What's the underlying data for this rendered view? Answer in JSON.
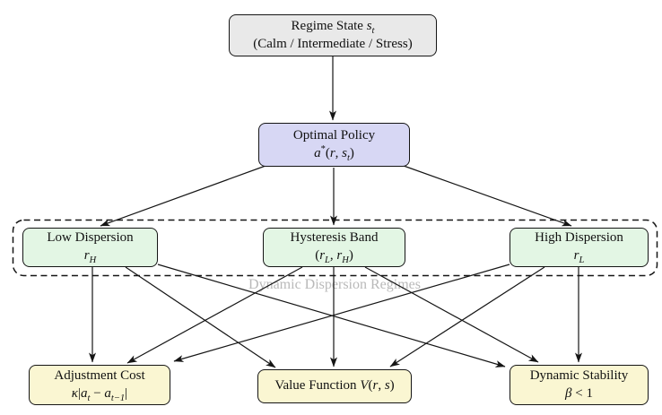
{
  "diagram": {
    "nodes": {
      "regime": {
        "line1": [
          {
            "t": "Regime State "
          },
          {
            "t": "s",
            "i": true
          },
          {
            "t": "t",
            "i": true,
            "sub": true
          }
        ],
        "line2": [
          {
            "t": "(Calm / Intermediate / Stress)"
          }
        ]
      },
      "policy": {
        "line1": [
          {
            "t": "Optimal Policy"
          }
        ],
        "line2": [
          {
            "t": "a",
            "i": true
          },
          {
            "t": "*",
            "sup": true
          },
          {
            "t": "("
          },
          {
            "t": "r",
            "i": true
          },
          {
            "t": ", "
          },
          {
            "t": "s",
            "i": true
          },
          {
            "t": "t",
            "i": true,
            "sub": true
          },
          {
            "t": ")"
          }
        ]
      },
      "low": {
        "line1": [
          {
            "t": "Low Dispersion"
          }
        ],
        "line2": [
          {
            "t": "r",
            "i": true
          },
          {
            "t": "H",
            "i": true,
            "sub": true
          }
        ]
      },
      "hysteresis": {
        "line1": [
          {
            "t": "Hysteresis Band"
          }
        ],
        "line2": [
          {
            "t": "("
          },
          {
            "t": "r",
            "i": true
          },
          {
            "t": "L",
            "i": true,
            "sub": true
          },
          {
            "t": ", "
          },
          {
            "t": "r",
            "i": true
          },
          {
            "t": "H",
            "i": true,
            "sub": true
          },
          {
            "t": ")"
          }
        ]
      },
      "high": {
        "line1": [
          {
            "t": "High Dispersion"
          }
        ],
        "line2": [
          {
            "t": "r",
            "i": true
          },
          {
            "t": "L",
            "i": true,
            "sub": true
          }
        ]
      },
      "adjustment": {
        "line1": [
          {
            "t": "Adjustment Cost"
          }
        ],
        "line2": [
          {
            "t": "κ",
            "i": true
          },
          {
            "t": "|"
          },
          {
            "t": "a",
            "i": true
          },
          {
            "t": "t",
            "i": true,
            "sub": true
          },
          {
            "t": " − "
          },
          {
            "t": "a",
            "i": true
          },
          {
            "t": "t−1",
            "i": true,
            "sub": true
          },
          {
            "t": "|"
          }
        ]
      },
      "value": {
        "line1": [
          {
            "t": "Value Function "
          },
          {
            "t": "V",
            "i": true
          },
          {
            "t": "("
          },
          {
            "t": "r",
            "i": true
          },
          {
            "t": ", "
          },
          {
            "t": "s",
            "i": true
          },
          {
            "t": ")"
          }
        ]
      },
      "dynamic": {
        "line1": [
          {
            "t": "Dynamic Stability"
          }
        ],
        "line2": [
          {
            "t": "β",
            "i": true
          },
          {
            "t": " < 1"
          }
        ]
      }
    },
    "container_label": "Dynamic Dispersion Regimes",
    "edges": [
      {
        "from": "regime",
        "to": "policy"
      },
      {
        "from": "policy",
        "to": "low"
      },
      {
        "from": "policy",
        "to": "hysteresis"
      },
      {
        "from": "policy",
        "to": "high"
      },
      {
        "from": "low",
        "to": "adjustment"
      },
      {
        "from": "low",
        "to": "value"
      },
      {
        "from": "low",
        "to": "dynamic"
      },
      {
        "from": "hysteresis",
        "to": "adjustment"
      },
      {
        "from": "hysteresis",
        "to": "value"
      },
      {
        "from": "hysteresis",
        "to": "dynamic"
      },
      {
        "from": "high",
        "to": "adjustment"
      },
      {
        "from": "high",
        "to": "value"
      },
      {
        "from": "high",
        "to": "dynamic"
      }
    ],
    "colors": {
      "regime_fill": "#e9e9e9",
      "policy_fill": "#d7d7f4",
      "dispersion_fill": "#e3f6e4",
      "outcome_fill": "#faf6d2",
      "stroke": "#151515",
      "container_label_color": "#b9b9b9"
    }
  }
}
